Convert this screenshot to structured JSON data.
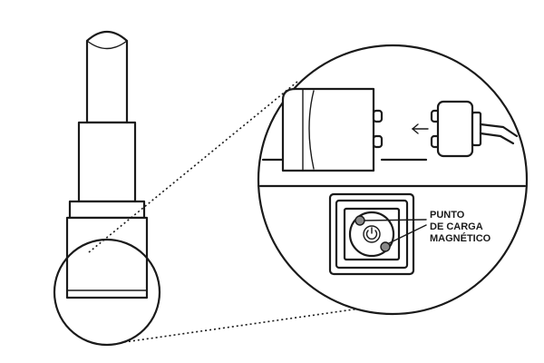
{
  "callout": {
    "lines": [
      "PUNTO",
      "DE CARGA",
      "MAGNÉTICO"
    ]
  },
  "icons": {
    "power": "power-icon",
    "arrow": "arrow-left-icon"
  },
  "colors": {
    "line": "#1a1a1a",
    "background": "#ffffff",
    "pin": "#888888"
  }
}
